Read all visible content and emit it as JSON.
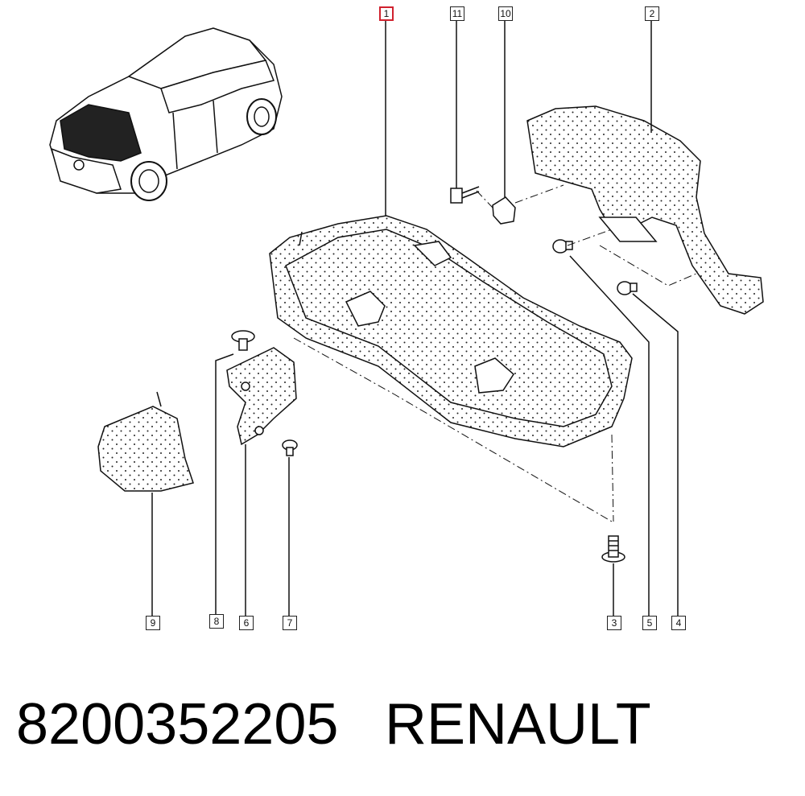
{
  "diagram": {
    "callouts": [
      {
        "id": "1",
        "selected": true
      },
      {
        "id": "2"
      },
      {
        "id": "3"
      },
      {
        "id": "4"
      },
      {
        "id": "5"
      },
      {
        "id": "6"
      },
      {
        "id": "7"
      },
      {
        "id": "8"
      },
      {
        "id": "9"
      },
      {
        "id": "10"
      },
      {
        "id": "11"
      }
    ],
    "colors": {
      "ink": "#111111",
      "selected": "#d0212e",
      "background": "#ffffff"
    }
  },
  "caption": {
    "part_number": "8200352205",
    "brand": "RENAULT"
  }
}
